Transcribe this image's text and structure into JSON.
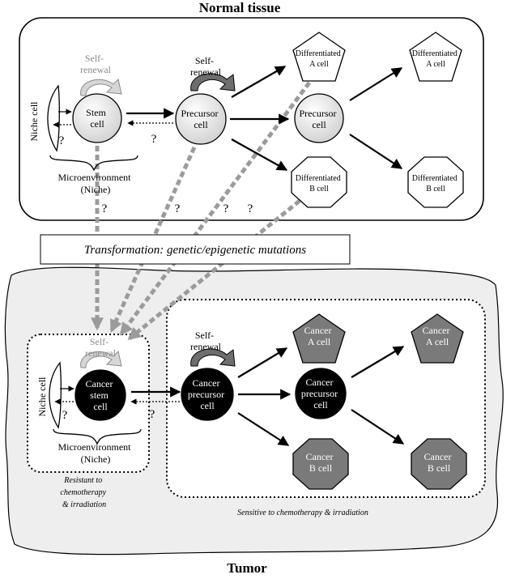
{
  "normal": {
    "title": "Normal tissue",
    "self_renewal_stem": [
      "Self-",
      "renewal"
    ],
    "self_renewal_precursor": [
      "Self-",
      "renewal"
    ],
    "niche_cell": "Niche cell",
    "stem_cell": [
      "Stem",
      "cell"
    ],
    "precursor_cell": [
      "Precursor",
      "cell"
    ],
    "precursor_cell_2": [
      "Precursor",
      "cell"
    ],
    "diff_a": [
      "Differentiated",
      "A cell"
    ],
    "diff_b": [
      "Differentiated",
      "B cell"
    ],
    "microenvironment": [
      "Microenvironment",
      "(Niche)"
    ],
    "question": "?"
  },
  "transformation": "Transformation:  genetic/epigenetic mutations",
  "tumor": {
    "title": "Tumor",
    "self_renewal_stem": [
      "Self-",
      "renewal"
    ],
    "self_renewal_precursor": [
      "Self-",
      "renewal"
    ],
    "niche_cell": "Niche cell",
    "cancer_stem_cell": [
      "Cancer",
      "stem",
      "cell"
    ],
    "cancer_precursor_cell": [
      "Cancer",
      "precursor",
      "cell"
    ],
    "cancer_a": [
      "Cancer",
      "A cell"
    ],
    "cancer_b": [
      "Cancer",
      "B cell"
    ],
    "microenvironment": [
      "Microenvironment",
      "(Niche)"
    ],
    "resistant": [
      "Resistant to",
      "chemotherapy",
      "& irradiation"
    ],
    "sensitive": "Sensitive to chemotherapy & irradiation",
    "question": "?"
  },
  "colors": {
    "stem_fill": "#e6e6e6",
    "dashed_arrow": "#9b9b9b",
    "tumor_bg": "#eeeeee",
    "cancer_grey": "#7a7a7a",
    "cancer_black": "#000000",
    "renewal_grey_arrow": "#cfcfcf",
    "renewal_dark_arrow": "#777777"
  }
}
